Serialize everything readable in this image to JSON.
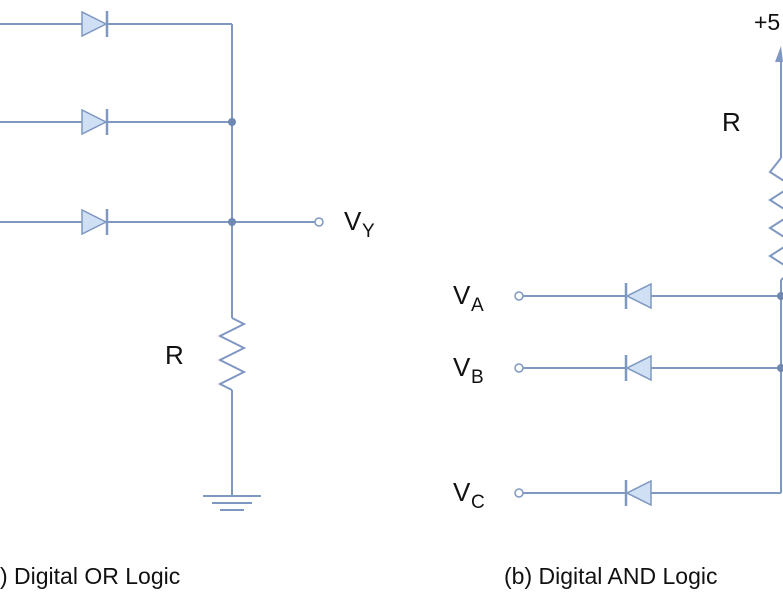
{
  "left_circuit": {
    "output_label": "V",
    "output_subscript": "Y",
    "resistor_label": "R",
    "caption": ") Digital OR Logic"
  },
  "right_circuit": {
    "supply_label": "+5",
    "resistor_label": "R",
    "inputs": [
      {
        "label": "V",
        "subscript": "A"
      },
      {
        "label": "V",
        "subscript": "B"
      },
      {
        "label": "V",
        "subscript": "C"
      }
    ],
    "caption": "(b) Digital AND Logic"
  },
  "colors": {
    "wire": "#7f98c2",
    "diode_fill": "#cfe0f4",
    "node": "#6e87b3",
    "text": "#111111"
  }
}
